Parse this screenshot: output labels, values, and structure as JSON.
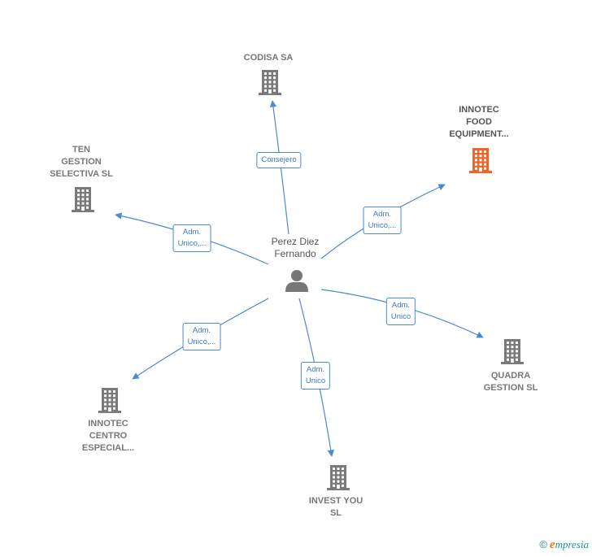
{
  "center": {
    "label": "Perez Diez\nFernando",
    "icon": "person-icon"
  },
  "nodes": [
    {
      "id": "codisa",
      "label": "CODISA SA",
      "highlight": false,
      "icon": "building-icon"
    },
    {
      "id": "innotec_food",
      "label": "INNOTEC\nFOOD\nEQUIPMENT...",
      "highlight": true,
      "icon": "building-icon"
    },
    {
      "id": "ten_gestion",
      "label": "TEN\nGESTION\nSELECTIVA  SL",
      "highlight": false,
      "icon": "building-icon"
    },
    {
      "id": "quadra",
      "label": "QUADRA\nGESTION  SL",
      "highlight": false,
      "icon": "building-icon"
    },
    {
      "id": "innotec_centro",
      "label": "INNOTEC\nCENTRO\nESPECIAL...",
      "highlight": false,
      "icon": "building-icon"
    },
    {
      "id": "invest_you",
      "label": "INVEST YOU\nSL",
      "highlight": false,
      "icon": "building-icon"
    }
  ],
  "edges": [
    {
      "to": "codisa",
      "label": "Consejero"
    },
    {
      "to": "innotec_food",
      "label": "Adm.\nUnico,..."
    },
    {
      "to": "ten_gestion",
      "label": "Adm.\nUnico,..."
    },
    {
      "to": "quadra",
      "label": "Adm.\nUnico"
    },
    {
      "to": "innotec_centro",
      "label": "Adm.\nUnico,..."
    },
    {
      "to": "invest_you",
      "label": "Adm.\nUnico"
    }
  ],
  "colors": {
    "edge": "#4a89d4",
    "building": "#7a7a7a",
    "building_highlight": "#f0642a",
    "person": "#777777"
  },
  "footer": {
    "copyright": "©",
    "brand_initial": "e",
    "brand_rest": "mpresia"
  }
}
